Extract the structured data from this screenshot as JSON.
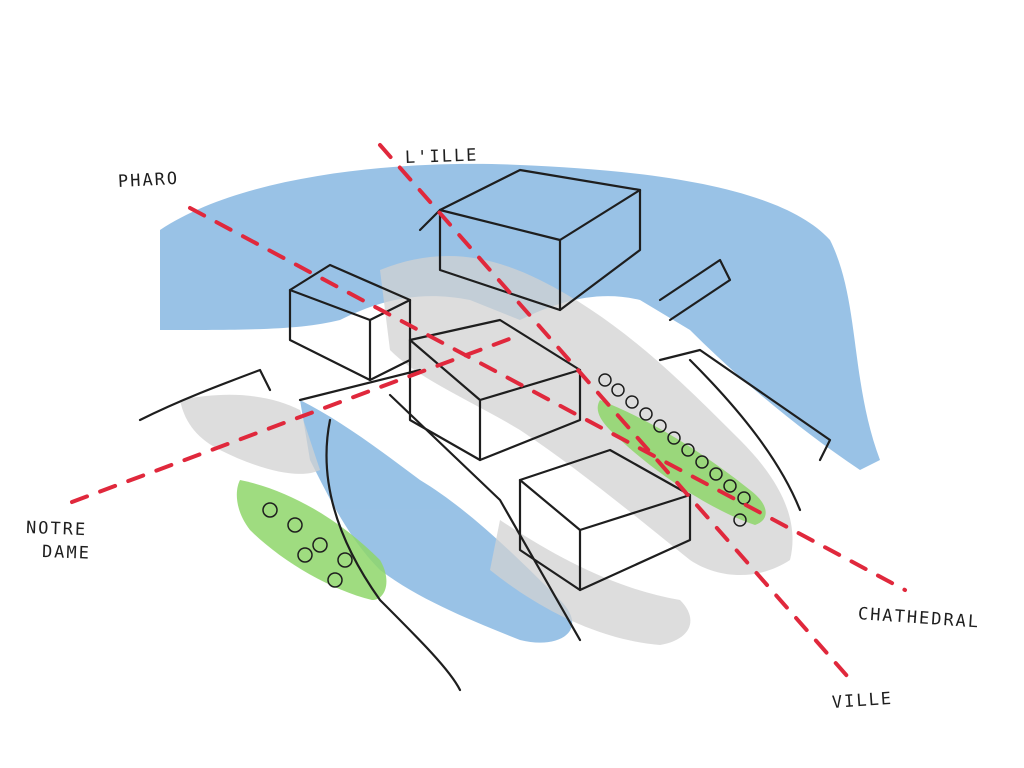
{
  "labels": {
    "pharo": "PHARO",
    "lille": "L'ILLE",
    "notre_dame_line1": "NOTRE",
    "notre_dame_line2": "DAME",
    "cathedral": "CHATHEDRAL",
    "ville": "VILLE"
  },
  "colors": {
    "water": "#7fb3e0",
    "ground": "#d2d2d2",
    "trees": "#8ed66a",
    "axes": "#e0283c",
    "ink": "#1e1e1e"
  }
}
